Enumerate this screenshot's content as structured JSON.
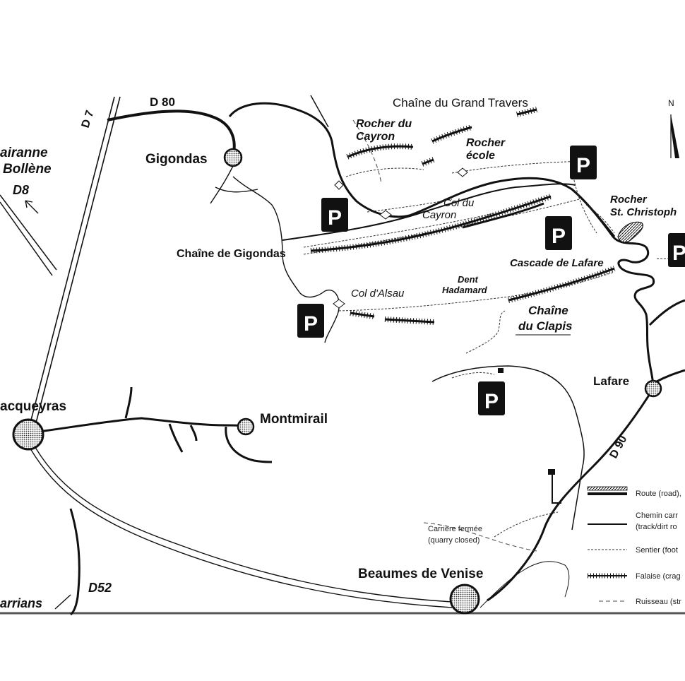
{
  "roads": {
    "d7": "D 7",
    "d80": "D 80",
    "d8": "D8",
    "d90": "D 90",
    "d52": "D52"
  },
  "places": {
    "gigondas": "Gigondas",
    "sarrianne": "airanne",
    "bollene": "Bollène",
    "vacqueyras": "acqueyras",
    "montmirail": "Montmirail",
    "lafare": "Lafare",
    "beaumes": "Beaumes de Venise",
    "sarrians": "arrians"
  },
  "features": {
    "grand_travers": "Chaîne du Grand Travers",
    "cayron_rock_1": "Rocher du",
    "cayron_rock_2": "Cayron",
    "rocher_ecole_1": "Rocher",
    "rocher_ecole_2": "école",
    "col_cayron_1": "Col du",
    "col_cayron_2": "Cayron",
    "chaine_gigondas": "Chaîne de Gigondas",
    "rocher_stc_1": "Rocher",
    "rocher_stc_2": "St. Christoph",
    "cascade": "Cascade de Lafare",
    "dent_1": "Dent",
    "dent_2": "Hadamard",
    "col_alsau": "Col d'Alsau",
    "clapis_1": "Chaîne",
    "clapis_2": "du Clapis",
    "carriere_1": "Carrière fermée",
    "carriere_2": "(quarry closed)"
  },
  "parking": {
    "label": "P"
  },
  "legend": {
    "road_main": "Route (road),",
    "track_1": "Chemin carr",
    "track_2": "(track/dirt ro",
    "footpath": "Sentier (foot",
    "cliff": "Falaise (crag",
    "stream": "Ruisseau (str"
  },
  "north": {
    "letter": "N"
  },
  "colors": {
    "ink": "#111111",
    "parking_bg": "#111111",
    "parking_fg": "#ffffff",
    "background": "#ffffff"
  }
}
